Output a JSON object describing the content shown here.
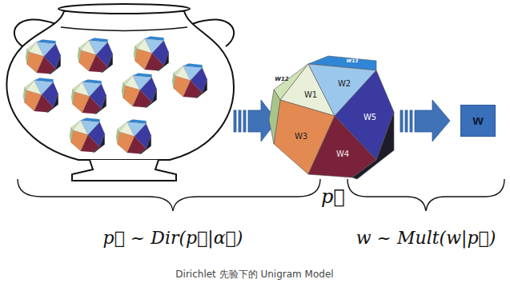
{
  "diagram": {
    "caption": "Dirichlet 先验下的 Unigram Model",
    "nodes": [
      {
        "text": [
          "w"
        ]
      }
    ],
    "labels": [
      "W12",
      "W13",
      "W1",
      "W2",
      "W5",
      "W3",
      "W4",
      "p⃗",
      "p⃗ ~ Dir(p⃗|α⃗)",
      "w ~ Mult(w|p⃗)"
    ]
  }
}
